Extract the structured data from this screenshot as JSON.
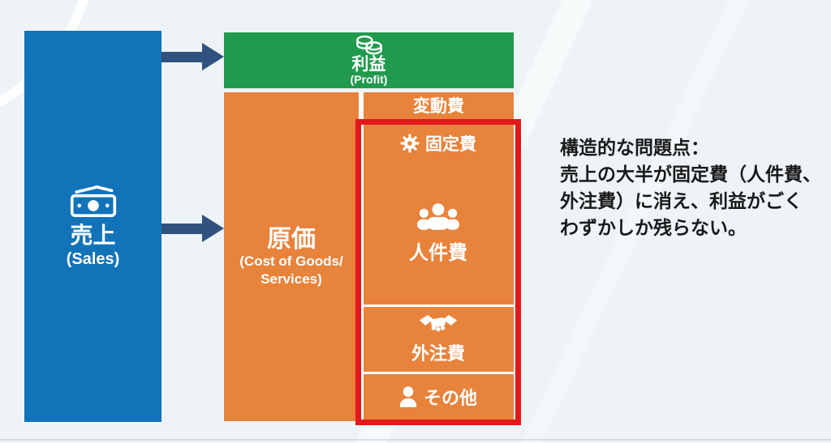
{
  "colors": {
    "bg": "#edf3f6",
    "blue": "#1273b8",
    "green": "#229a4e",
    "orange": "#e8833b",
    "navy": "#31527e",
    "red": "#e2191c",
    "ink": "#1a1a1a"
  },
  "diagram": {
    "sales": {
      "label": "売上",
      "sublabel": "(Sales)",
      "icon": "banknote-icon"
    },
    "profit": {
      "label": "利益",
      "sublabel": "(Profit)",
      "icon": "coins-icon"
    },
    "cost": {
      "label": "原価",
      "sublabel_line1": "(Cost of Goods/",
      "sublabel_line2": "Services)"
    },
    "variable_cost": {
      "label": "変動費"
    },
    "fixed_cost": {
      "label": "固定費",
      "icon": "gear-icon"
    },
    "personnel_cost": {
      "label": "人件費",
      "icon": "people-icon"
    },
    "outsourcing_cost": {
      "label": "外注費",
      "icon": "handshake-icon"
    },
    "other_cost": {
      "label": "その他",
      "icon": "person-icon"
    }
  },
  "annotation": {
    "lines": [
      "構造的な問題点：",
      "売上の大半が固定費（人件費、",
      "外注費）に消え、利益がごく",
      "わずかしか残らない。"
    ]
  }
}
